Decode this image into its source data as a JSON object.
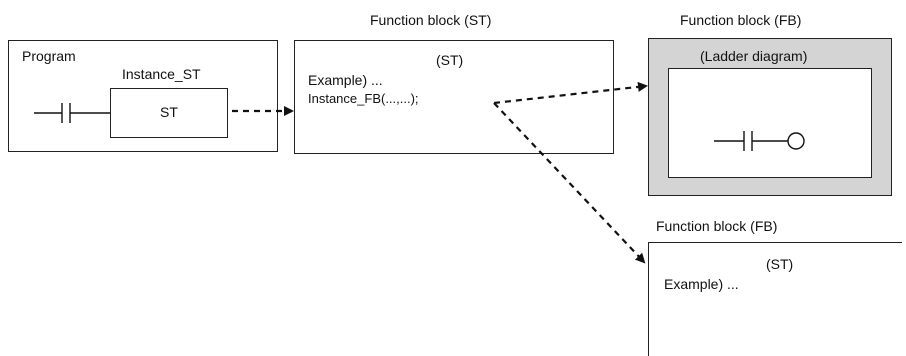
{
  "program": {
    "label": "Program",
    "instance_label": "Instance_ST",
    "block_label": "ST"
  },
  "fb_st": {
    "title": "Function block (ST)",
    "lang": "(ST)",
    "example": "Example) ...",
    "call": "Instance_FB(...,...);"
  },
  "fb_ladder": {
    "title": "Function block (FB)",
    "inner_label": "(Ladder diagram)",
    "fill_color": "#d4d4d4"
  },
  "fb_st2": {
    "title": "Function block (FB)",
    "lang": "(ST)",
    "example": "Example) ..."
  }
}
